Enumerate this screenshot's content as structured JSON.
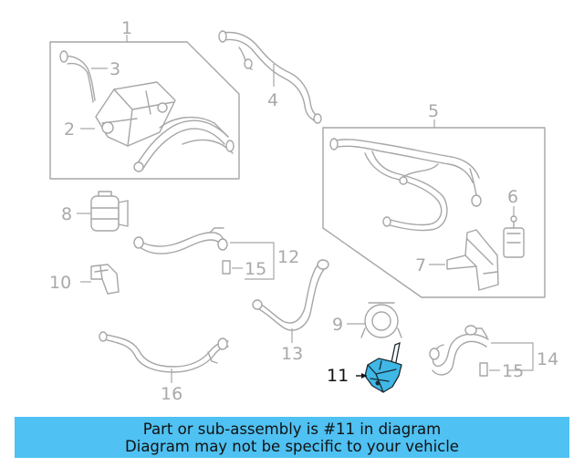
{
  "diagram": {
    "callouts": [
      {
        "id": "1",
        "label": "1"
      },
      {
        "id": "2",
        "label": "2"
      },
      {
        "id": "3",
        "label": "3"
      },
      {
        "id": "4",
        "label": "4"
      },
      {
        "id": "5",
        "label": "5"
      },
      {
        "id": "6",
        "label": "6"
      },
      {
        "id": "7",
        "label": "7"
      },
      {
        "id": "8",
        "label": "8"
      },
      {
        "id": "9",
        "label": "9"
      },
      {
        "id": "10",
        "label": "10"
      },
      {
        "id": "11",
        "label": "11"
      },
      {
        "id": "12",
        "label": "12"
      },
      {
        "id": "13",
        "label": "13"
      },
      {
        "id": "14",
        "label": "14"
      },
      {
        "id": "15a",
        "label": "15"
      },
      {
        "id": "15b",
        "label": "15"
      },
      {
        "id": "16",
        "label": "16"
      }
    ],
    "highlighted_part": "11",
    "colors": {
      "highlight": "#3fb8e6",
      "parts": "#a6a6a6",
      "banner": "#4fc1f2"
    }
  },
  "banner": {
    "line1": "Part or sub-assembly is #11 in diagram",
    "line2": "Diagram may not be specific to your vehicle"
  }
}
